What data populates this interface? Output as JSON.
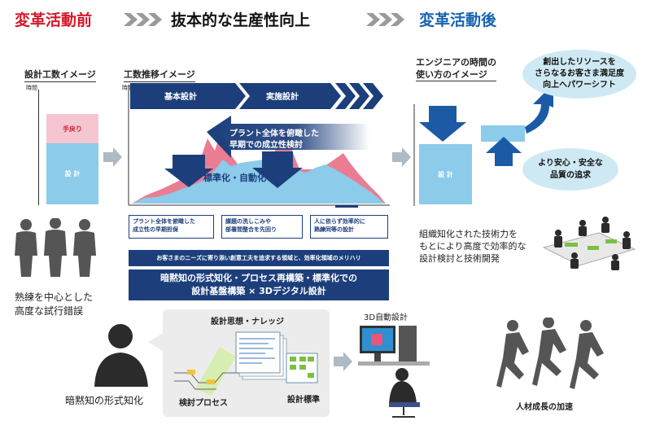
{
  "header": {
    "before": "変革活動前",
    "middle": "抜本的な生産性向上",
    "after": "変革活動後",
    "before_color": "#d21a2a",
    "after_color": "#1864b0"
  },
  "before_panel": {
    "title": "設計工数イメージ",
    "axis_label": "時間",
    "rework_label": "手戻り",
    "design_label": "設 計"
  },
  "trend_panel": {
    "title": "工数推移イメージ",
    "axis_label": "時間",
    "phase_basic": "基本設計",
    "phase_detail": "実施設計",
    "callout": [
      "プラント全体を俯瞰した",
      "早期での成立性検討"
    ],
    "standardize": "標準化・自動化"
  },
  "benefits": {
    "items": [
      [
        "プラント全体を俯瞰した",
        "成立性の早期担保"
      ],
      [
        "課題の洗しこみや",
        "部署間整合を先回り"
      ],
      [
        "人に依らず効率的に",
        "熟練同等の設計"
      ]
    ],
    "domain_bar": "お客さまのニーズに寄り添い創意工夫を追求する領域と、効率化領域のメリハリ",
    "foundation": [
      "暗黙知の形式知化・プロセス再構築・標準化での",
      "設計基盤構築 × 3Dデジタル設計"
    ]
  },
  "after_panel": {
    "title": [
      "エンジニアの時間の",
      "使い方のイメージ"
    ],
    "design_label": "設 計",
    "bubble_top": [
      "創出したリソースを",
      "さらなるお客さま満足度",
      "向上へパワーシフト"
    ],
    "bubble_bottom": [
      "より安心・安全な",
      "品質の追求"
    ],
    "team_text": [
      "組織知化された技術力を",
      "もとにより高度で効率的な",
      "設計検討と技術開発"
    ]
  },
  "bottom": {
    "skilled_text": [
      "熟練を中心とした",
      "高度な試行錯誤"
    ],
    "formalize_label": "暗黙知の形式知化",
    "knowledge_label": "設計思想・ナレッジ",
    "process_label": "検討プロセス",
    "standard_label": "設計標準",
    "cad_label": "3D自動設計",
    "growth_label": "人材成長の加速"
  }
}
